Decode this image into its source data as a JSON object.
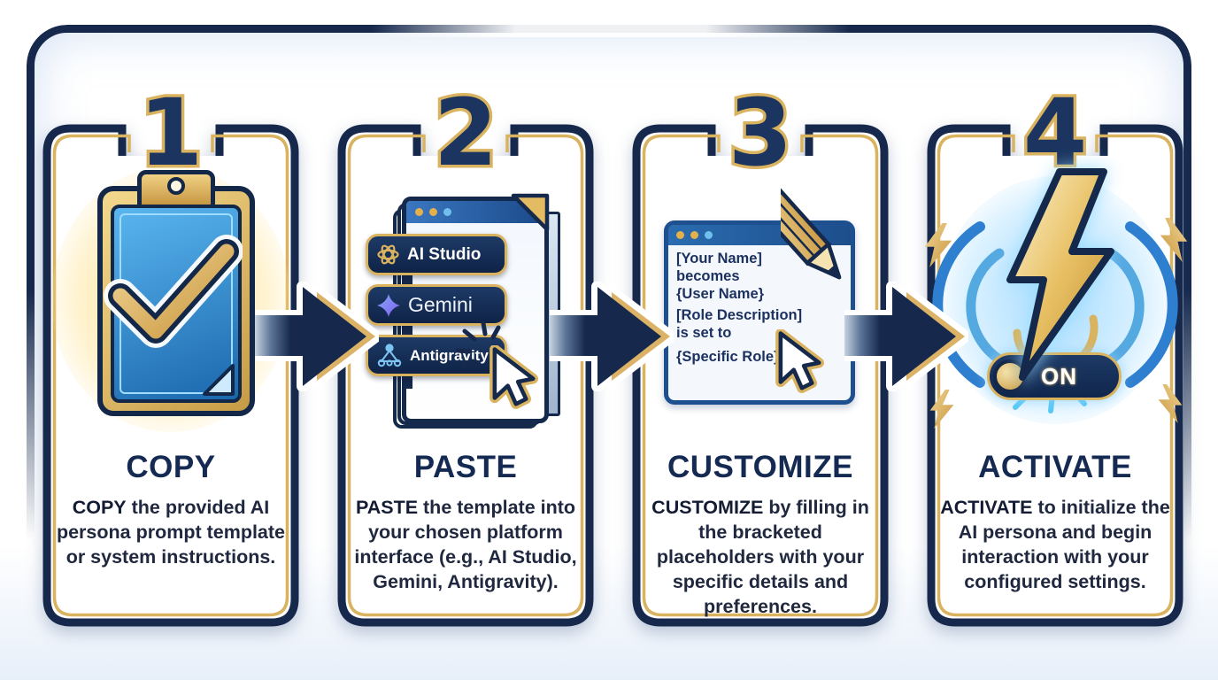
{
  "palette": {
    "navy": "#16294d",
    "gold": "#d9b35f",
    "blue": "#2f7fd1",
    "light_blue": "#6fc0ee",
    "card_background": "#ffffff",
    "glow_gold": "#ffde82",
    "glow_blue": "#8cd2ff"
  },
  "steps": [
    {
      "number": "1",
      "title": "COPY",
      "desc_bold": "COPY",
      "desc_rest": " the provided AI persona prompt template or system instructions.",
      "icon": "clipboard-check"
    },
    {
      "number": "2",
      "title": "PASTE",
      "desc_bold": "PASTE",
      "desc_rest": " the template into your chosen platform interface (e.g., AI Studio, Gemini, Antigravity).",
      "icon": "document-with-platform-badges",
      "badges": [
        {
          "label": "AI Studio",
          "icon": "openai-knot-icon"
        },
        {
          "label": "Gemini",
          "icon": "gemini-star-icon"
        },
        {
          "label": "Antigravity",
          "icon": "antigravity-rover-icon"
        }
      ]
    },
    {
      "number": "3",
      "title": "CUSTOMIZE",
      "desc_bold": "CUSTOMIZE",
      "desc_rest": " by filling in the bracketed placeholders with your specific details and preferences.",
      "icon": "editor-window-with-pencil",
      "editor_lines": [
        "[Your Name]",
        "becomes",
        "{User Name}",
        "[Role Description]",
        "is set to",
        "{Specific Role}"
      ],
      "bracket_glyph": "[ ]"
    },
    {
      "number": "4",
      "title": "ACTIVATE",
      "desc_bold": "ACTIVATE",
      "desc_rest": " to initialize the AI persona and begin interaction with your configured settings.",
      "icon": "lightning-bolt-power-on",
      "toggle_label": "ON"
    }
  ]
}
